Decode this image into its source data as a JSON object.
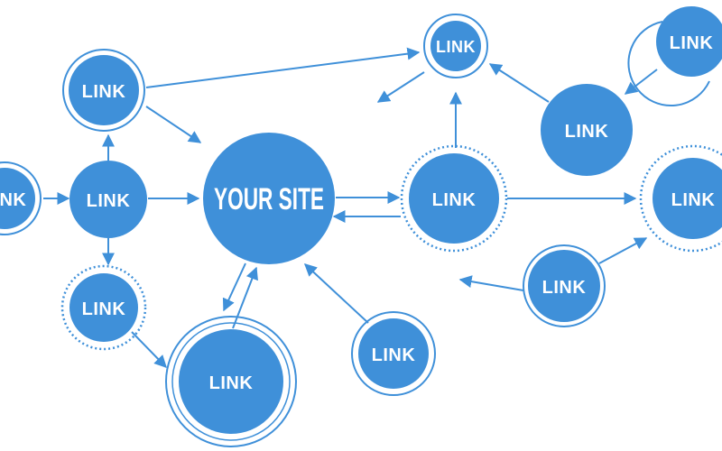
{
  "diagram": {
    "center_label": "YOUR SITE",
    "link_label": "LINK",
    "colors": {
      "node_fill": "#3f90d9",
      "ring_stroke": "#3f90d9",
      "arrow_stroke": "#3f90d9",
      "label_text": "#ffffff",
      "background": "#ffffff"
    },
    "nodes": [
      {
        "id": "center",
        "label": "YOUR SITE",
        "ring": "none"
      },
      {
        "id": "top-left",
        "label": "LINK",
        "ring": "solid"
      },
      {
        "id": "left-edge",
        "label": "LINK",
        "ring": "solid"
      },
      {
        "id": "left-hub",
        "label": "LINK",
        "ring": "none"
      },
      {
        "id": "bottom-left",
        "label": "LINK",
        "ring": "dotted"
      },
      {
        "id": "bottom-big",
        "label": "LINK",
        "ring": "double"
      },
      {
        "id": "bottom-mid",
        "label": "LINK",
        "ring": "solid"
      },
      {
        "id": "top-mid",
        "label": "LINK",
        "ring": "solid"
      },
      {
        "id": "right-hub",
        "label": "LINK",
        "ring": "dotted"
      },
      {
        "id": "top-right",
        "label": "LINK",
        "ring": "partial"
      },
      {
        "id": "right-upper",
        "label": "LINK",
        "ring": "none"
      },
      {
        "id": "right-edge",
        "label": "LINK",
        "ring": "dotted"
      },
      {
        "id": "right-lower",
        "label": "LINK",
        "ring": "solid"
      }
    ]
  }
}
